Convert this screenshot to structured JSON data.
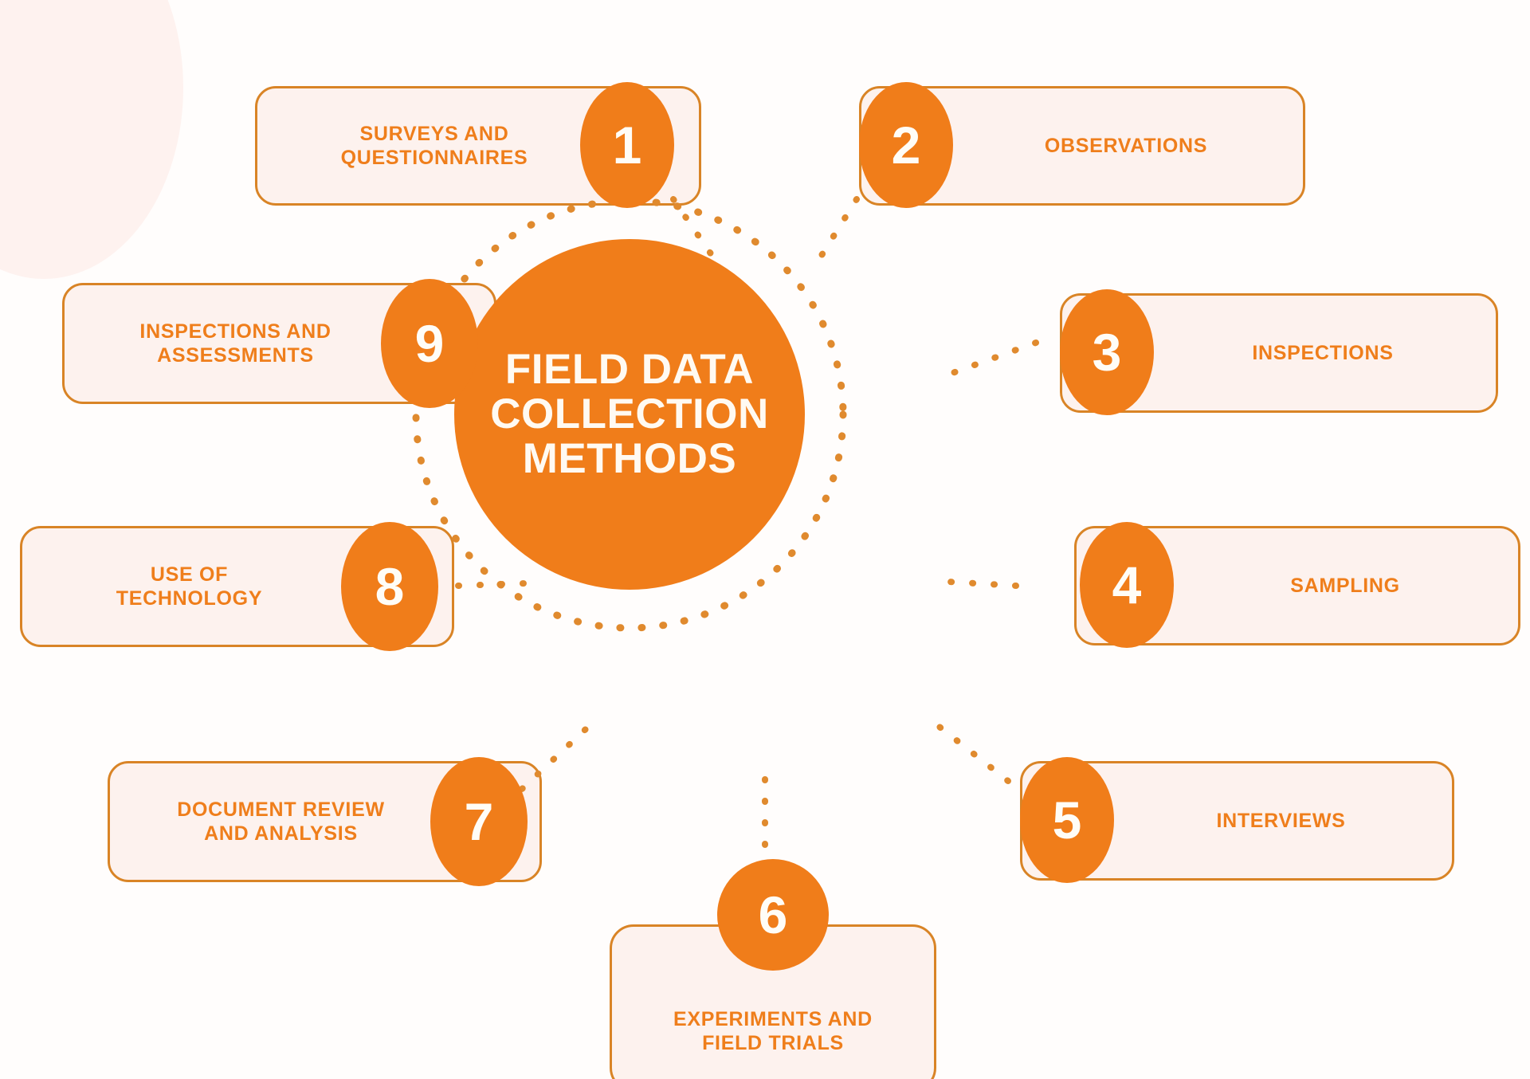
{
  "theme": {
    "orange": "#f07d1a",
    "border_orange": "#d98426",
    "card_fill": "#fdf2ee",
    "dot_orange": "#e08a2e",
    "text_on_orange": "#fffaf2",
    "background": "#fffdfc"
  },
  "hub": {
    "title": "FIELD DATA\nCOLLECTION\nMETHODS"
  },
  "items": [
    {
      "number": "1",
      "label": "SURVEYS AND\nQUESTIONNAIRES"
    },
    {
      "number": "2",
      "label": "OBSERVATIONS"
    },
    {
      "number": "3",
      "label": "INSPECTIONS"
    },
    {
      "number": "4",
      "label": "SAMPLING"
    },
    {
      "number": "5",
      "label": "INTERVIEWS"
    },
    {
      "number": "6",
      "label": "EXPERIMENTS AND\nFIELD TRIALS"
    },
    {
      "number": "7",
      "label": "DOCUMENT REVIEW\nAND ANALYSIS"
    },
    {
      "number": "8",
      "label": "USE OF\nTECHNOLOGY"
    },
    {
      "number": "9",
      "label": "INSPECTIONS AND\nASSESSMENTS"
    }
  ]
}
